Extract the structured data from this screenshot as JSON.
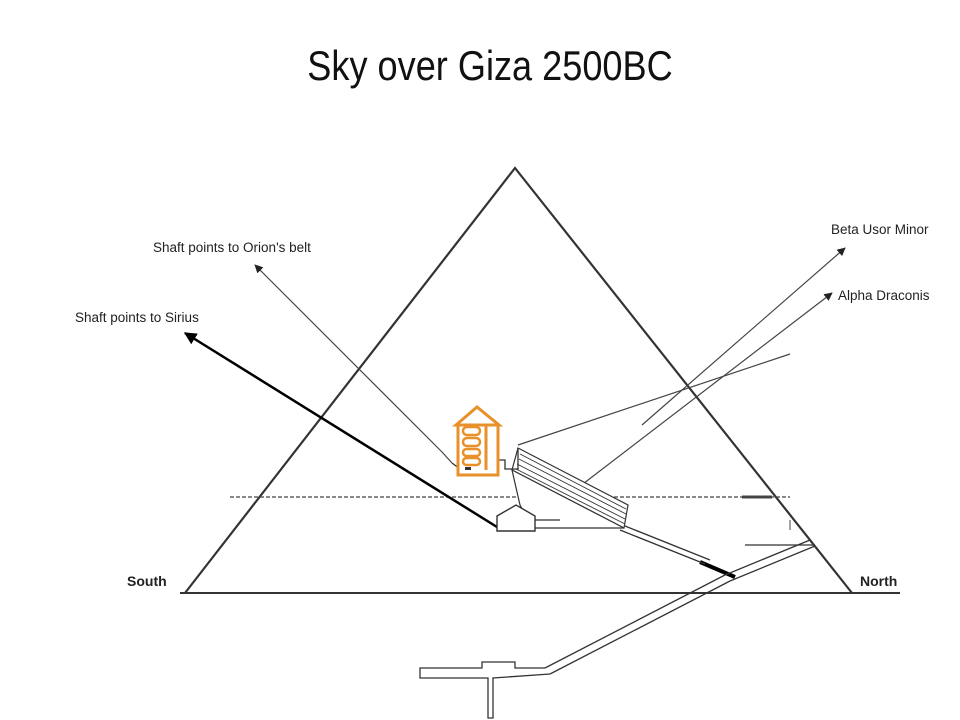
{
  "title": "Sky over Giza 2500BC",
  "labels": {
    "orion": "Shaft points to Orion's belt",
    "sirius": "Shaft points to Sirius",
    "beta": "Beta Usor Minor",
    "alpha": "Alpha Draconis",
    "south": "South",
    "north": "North"
  },
  "colors": {
    "line": "#333333",
    "shaft": "#000000",
    "chamber_highlight": "#e8902a"
  }
}
